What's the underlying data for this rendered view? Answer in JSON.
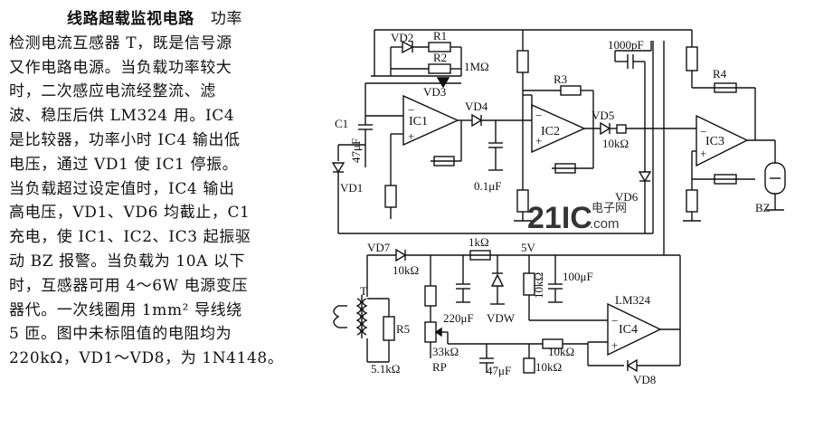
{
  "description": {
    "title": "线路超载监视电路",
    "lines": [
      "功率",
      "检测电流互感器 T，既是信号源",
      "又作电路电源。当负载功率较大",
      "时，二次感应电流经整流、滤",
      "波、稳压后供 LM324 用。IC4",
      "是比较器，功率小时 IC4 输出低",
      "电压，通过 VD1 使 IC1 停振。",
      "当负载超过设定值时，IC4 输出",
      "高电压，VD1、VD6 均截止，C1",
      "充电，使 IC1、IC2、IC3 起振驱",
      "动 BZ 报警。当负载为 10A 以下",
      "时，互感器可用 4～6W 电源变压",
      "器代。一次线圈用 1mm² 导线绕",
      "5 匝。图中未标阻值的电阻均为",
      "220kΩ，VD1～VD8，为 1N4148。"
    ]
  },
  "circuit": {
    "labels": {
      "vd2": "VD2",
      "r1": "R1",
      "r2": "R2",
      "r2_value": "1MΩ",
      "vd3": "VD3",
      "c1": "C1",
      "c1_value": "47μF",
      "ic1": "IC1",
      "vd1": "VD1",
      "vd4": "VD4",
      "r3": "R3",
      "ic2": "IC2",
      "c_01": "0.1μF",
      "vd5": "VD5",
      "r_10k_a": "10kΩ",
      "c_1000p": "1000pF",
      "r4": "R4",
      "ic3": "IC3",
      "vd6": "VD6",
      "bz": "BZ",
      "vd7": "VD7",
      "r_10k_b": "10kΩ",
      "r_1k": "1kΩ",
      "v5": "5V",
      "r_10k_c": "10kΩ",
      "c_100u": "100μF",
      "c_220u": "220μF",
      "vdw": "VDW",
      "lm324": "LM324",
      "ic4": "IC4",
      "t": "T",
      "r5": "R5",
      "r5_value": "5.1kΩ",
      "rp_value": "33kΩ",
      "rp": "RP",
      "c_47u": "47μF",
      "r_10k_d": "10kΩ",
      "r_10k_e": "10kΩ",
      "vd8": "VD8",
      "plus": "+",
      "minus": "−"
    },
    "watermark": {
      "brand": "21IC",
      "sub": "电子网",
      "domain": ".com"
    },
    "colors": {
      "ink": "#111111",
      "watermark": "#8fc3e6"
    }
  }
}
